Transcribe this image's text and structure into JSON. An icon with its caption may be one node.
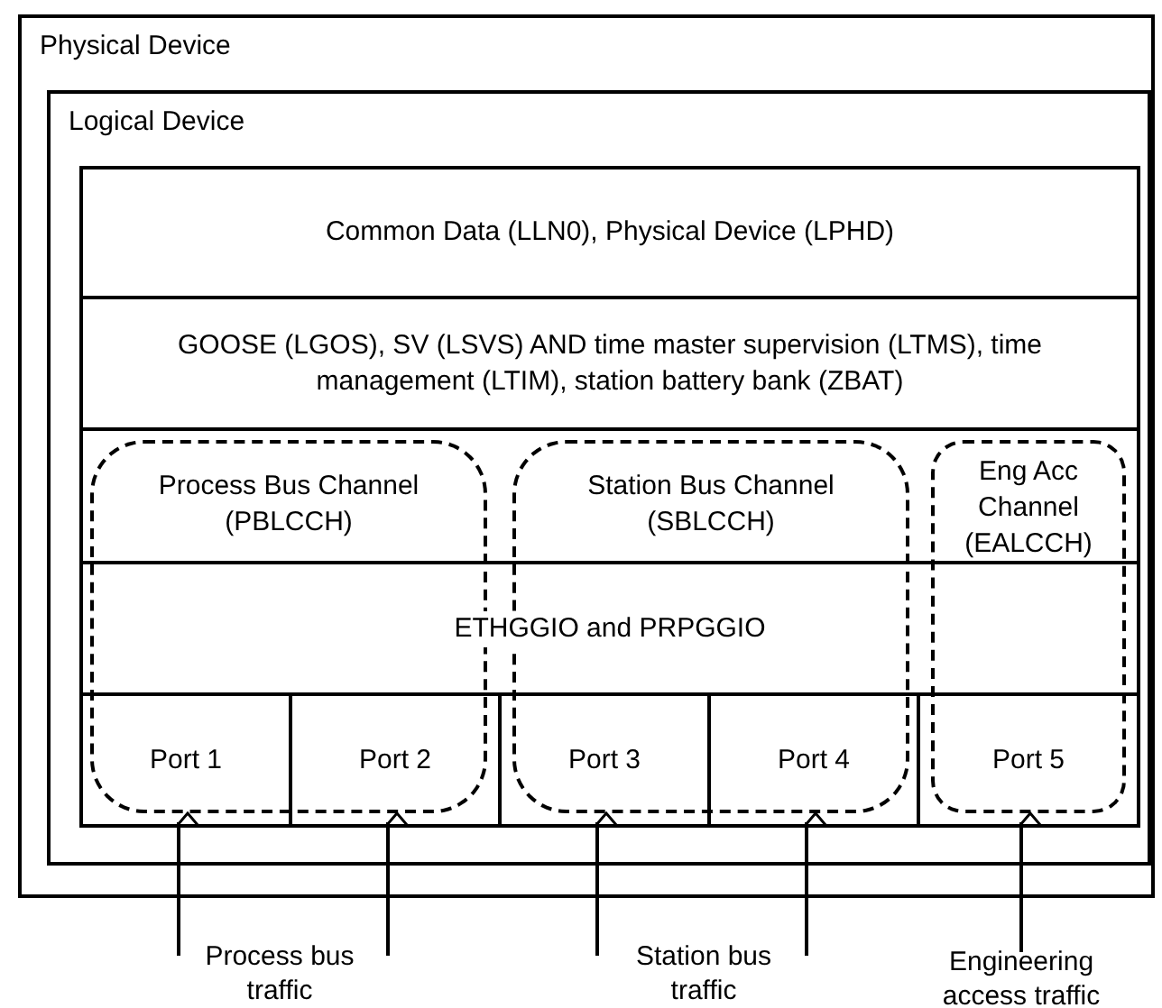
{
  "diagram": {
    "nodes": [
      {
        "text": [
          "Physical Device"
        ]
      },
      {
        "text": [
          "Logical Device"
        ],
        "in": 0
      },
      {
        "text": [
          "Common Data (LLN0), Physical Device (LPHD)"
        ],
        "in": 1
      },
      {
        "text": [
          "GOOSE (LGOS), SV (LSVS) AND time master supervision (LTMS), time management (LTIM), station battery bank (ZBAT)"
        ],
        "in": 1
      },
      {
        "text": [
          "Process Bus Channel (PBLCCH)"
        ],
        "in": 1
      },
      {
        "text": [
          "Station Bus Channel (SBLCCH)"
        ],
        "in": 1
      },
      {
        "text": [
          "Eng Acc Channel (EALCCH)"
        ],
        "in": 1
      },
      {
        "text": [
          "ETHGGIO and PRPGGIO"
        ],
        "in": 1
      },
      {
        "text": [
          "Port 1"
        ],
        "in": 1
      },
      {
        "text": [
          "Port 2"
        ],
        "in": 1
      },
      {
        "text": [
          "Port 3"
        ],
        "in": 1
      },
      {
        "text": [
          "Port 4"
        ],
        "in": 1
      },
      {
        "text": [
          "Port 5"
        ],
        "in": 1
      },
      {
        "text": [
          "Engineering access traffic"
        ]
      }
    ],
    "edges": [
      {
        "from": null,
        "to": 8,
        "arrow": "to"
      },
      {
        "from": null,
        "to": 9,
        "arrow": "to"
      },
      {
        "from": null,
        "to": 10,
        "arrow": "to"
      },
      {
        "from": null,
        "to": 11,
        "arrow": "to"
      },
      {
        "from": 13,
        "to": 12,
        "arrow": "to"
      }
    ],
    "labels": [
      "Process bus traffic",
      "Station bus traffic"
    ]
  }
}
